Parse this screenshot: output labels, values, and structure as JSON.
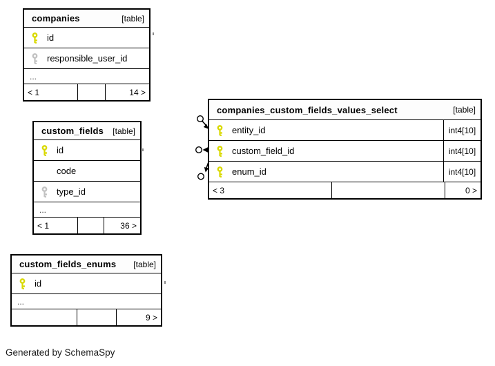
{
  "page": {
    "footer_note": "Generated by SchemaSpy"
  },
  "colors": {
    "primary_key": "#d9d900",
    "foreign_key": "#c2c2c2",
    "border": "#000000",
    "connector": "#000000",
    "stub": "#8a8a8a"
  },
  "tables": [
    {
      "name": "companies",
      "badge": "[table]",
      "columns": [
        {
          "name": "id",
          "key": "pk"
        },
        {
          "name": "responsible_user_id",
          "key": "fk"
        }
      ],
      "ellipsis": "...",
      "footer": {
        "prev": "< 1",
        "mid": "",
        "next": "14 >"
      }
    },
    {
      "name": "custom_fields",
      "badge": "[table]",
      "columns": [
        {
          "name": "id",
          "key": "pk"
        },
        {
          "name": "code",
          "key": "none"
        },
        {
          "name": "type_id",
          "key": "fk"
        }
      ],
      "ellipsis": "...",
      "footer": {
        "prev": "< 1",
        "mid": "",
        "next": "36 >"
      }
    },
    {
      "name": "custom_fields_enums",
      "badge": "[table]",
      "columns": [
        {
          "name": "id",
          "key": "pk"
        }
      ],
      "ellipsis": "...",
      "footer": {
        "prev": "",
        "mid": "",
        "next": "9 >"
      }
    },
    {
      "name": "companies_custom_fields_values_select",
      "badge": "[table]",
      "columns": [
        {
          "name": "entity_id",
          "key": "pk",
          "type": "int4[10]"
        },
        {
          "name": "custom_field_id",
          "key": "pk",
          "type": "int4[10]"
        },
        {
          "name": "enum_id",
          "key": "pk",
          "type": "int4[10]"
        }
      ],
      "footer": {
        "prev": "< 3",
        "mid": "",
        "next": "0 >"
      }
    }
  ]
}
